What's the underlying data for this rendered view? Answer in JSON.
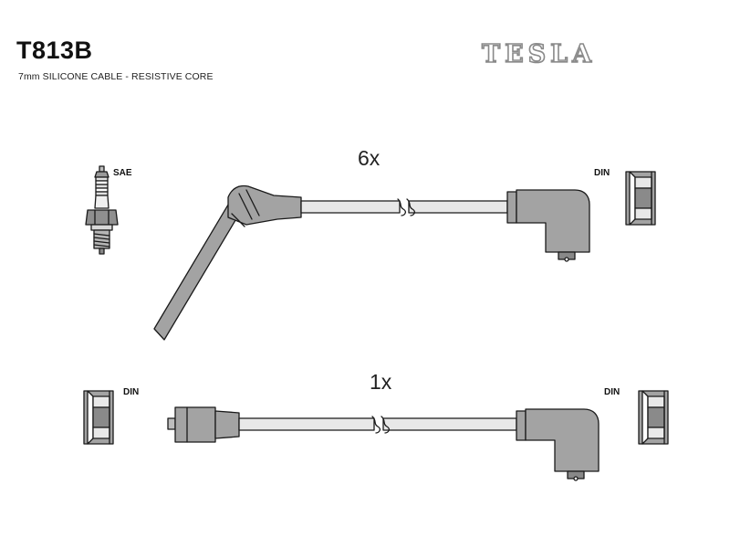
{
  "header": {
    "part_number": "T813B",
    "subtitle": "7mm SILICONE CABLE - RESISTIVE CORE",
    "brand": "TESLA"
  },
  "sets": [
    {
      "quantity_label": "6x",
      "left_connector_label": "SAE",
      "right_connector_label": "DIN"
    },
    {
      "quantity_label": "1x",
      "left_connector_label": "DIN",
      "right_connector_label": "DIN"
    }
  ],
  "colors": {
    "cable_fill": "#a3a3a3",
    "outline": "#1a1a1a",
    "logo_stroke": "#8a8a8a"
  }
}
